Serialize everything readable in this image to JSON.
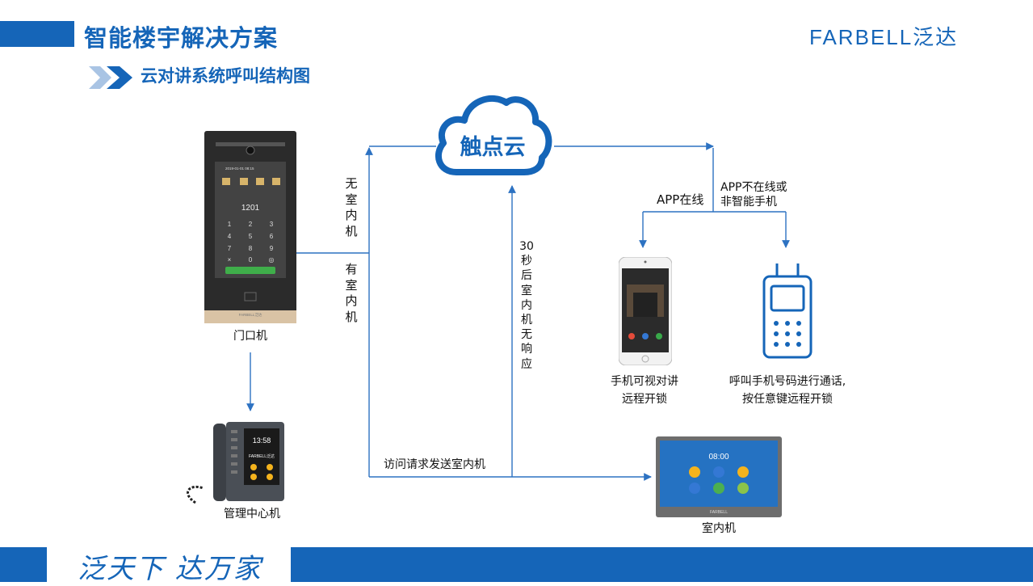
{
  "header": {
    "title": "智能楼宇解决方案",
    "logo_text": "FARBELL泛达",
    "subtitle": "云对讲系统呼叫结构图"
  },
  "cloud": {
    "label": "触点云"
  },
  "devices": {
    "door_station": {
      "caption": "门口机",
      "screen_number": "1201",
      "screen_timestamp": "2019-01-01 08:15",
      "brand_text": "FARBELL泛达"
    },
    "management": {
      "caption": "管理中心机",
      "screen_time": "13:58",
      "brand_text": "FARBELL泛达"
    },
    "phone": {
      "caption_line1": "手机可视对讲",
      "caption_line2": "远程开锁"
    },
    "feature_phone": {
      "caption_line1": "呼叫手机号码进行通话,",
      "caption_line2": "按任意键远程开锁"
    },
    "indoor": {
      "caption": "室内机",
      "screen_time": "08:00",
      "brand_text": "FARBELL"
    }
  },
  "flow_labels": {
    "no_indoor": "无室内机",
    "has_indoor": "有室内机",
    "after_30s": "30秒后室内机无响应",
    "app_online": "APP在线",
    "app_offline_line1": "APP不在线或",
    "app_offline_line2": "非智能手机",
    "visit_request": "访问请求发送室内机"
  },
  "footer": {
    "slogan": "泛天下 达万家"
  },
  "colors": {
    "brand_blue": "#1565b8",
    "line_blue": "#2d72c2"
  }
}
